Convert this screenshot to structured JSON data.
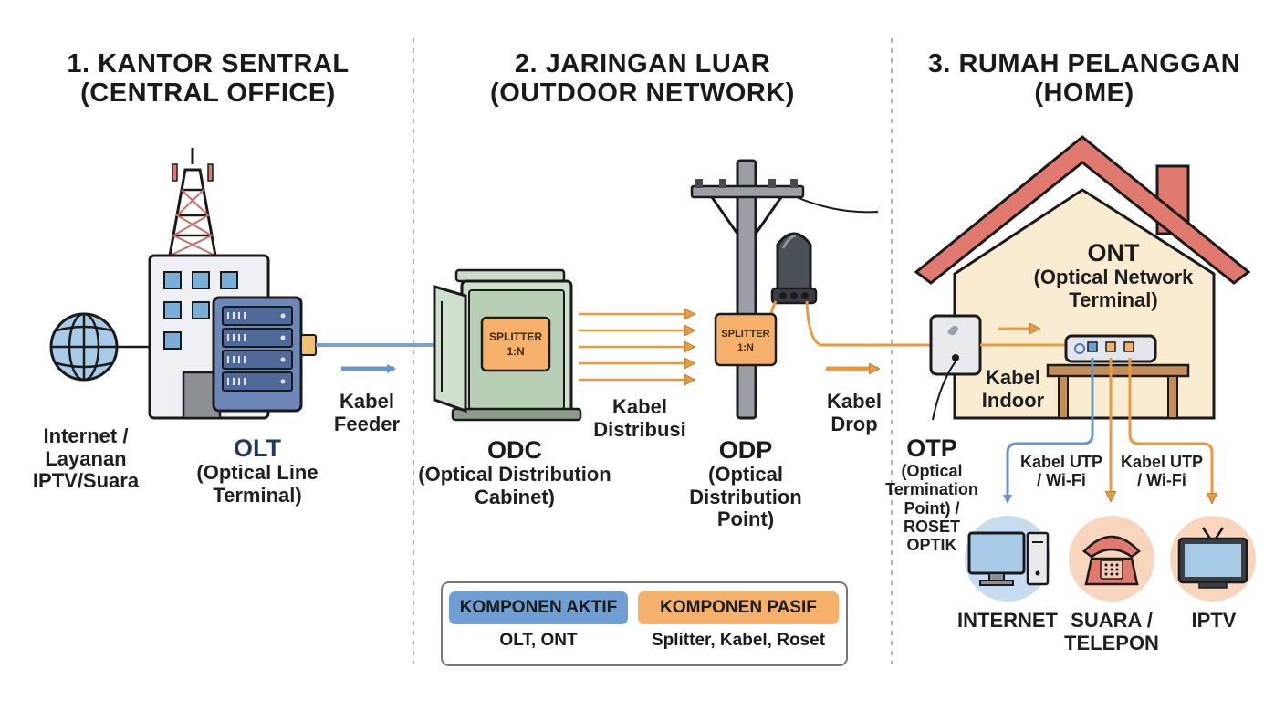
{
  "sections": [
    {
      "title_line1": "1. KANTOR SENTRAL",
      "title_line2": "(CENTRAL OFFICE)"
    },
    {
      "title_line1": "2. JARINGAN LUAR",
      "title_line2": "(OUTDOOR NETWORK)"
    },
    {
      "title_line1": "3. RUMAH PELANGGAN",
      "title_line2": "(HOME)"
    }
  ],
  "internet_source": {
    "line1": "Internet /",
    "line2": "Layanan",
    "line3": "IPTV/Suara"
  },
  "olt": {
    "name": "OLT",
    "desc_line1": "(Optical Line",
    "desc_line2": "Terminal)"
  },
  "feeder_cable": {
    "line1": "Kabel",
    "line2": "Feeder"
  },
  "odc": {
    "name": "ODC",
    "desc_line1": "(Optical Distribution",
    "desc_line2": "Cabinet)",
    "splitter_line1": "SPLITTER",
    "splitter_line2": "1:N"
  },
  "distribution_cable": {
    "line1": "Kabel",
    "line2": "Distribusi"
  },
  "odp": {
    "name": "ODP",
    "desc_line1": "(Optical",
    "desc_line2": "Distribution",
    "desc_line3": "Point)",
    "splitter_line1": "SPLITTER",
    "splitter_line2": "1:N"
  },
  "drop_cable": {
    "line1": "Kabel",
    "line2": "Drop"
  },
  "otp": {
    "name": "OTP",
    "desc_line1": "(Optical",
    "desc_line2": "Termination",
    "desc_line3": "Point) /",
    "desc_line4": "ROSET",
    "desc_line5": "OPTIK"
  },
  "ont": {
    "name": "ONT",
    "desc_line1": "(Optical Network",
    "desc_line2": "Terminal)"
  },
  "indoor_cable": {
    "line1": "Kabel",
    "line2": "Indoor"
  },
  "utp_left": {
    "line1": "Kabel UTP",
    "line2": "/ Wi-Fi"
  },
  "utp_right": {
    "line1": "Kabel UTP",
    "line2": "/ Wi-Fi"
  },
  "devices": [
    {
      "label_line1": "INTERNET",
      "label_line2": "",
      "icon": "computer-icon"
    },
    {
      "label_line1": "SUARA /",
      "label_line2": "TELEPON",
      "icon": "telephone-icon"
    },
    {
      "label_line1": "IPTV",
      "label_line2": "",
      "icon": "tv-icon"
    }
  ],
  "legend": {
    "active_title": "KOMPONEN AKTIF",
    "active_items": "OLT, ONT",
    "passive_title": "KOMPONEN PASIF",
    "passive_items": "Splitter, Kabel, Roset"
  },
  "colors": {
    "active": "#6f9fd2",
    "passive": "#f5b06a",
    "fiber_feeder": "#7aa2cf",
    "fiber_orange": "#f0a850",
    "roof": "#e07a6e",
    "house_wall": "#faecd0",
    "server": "#6c87b8"
  }
}
